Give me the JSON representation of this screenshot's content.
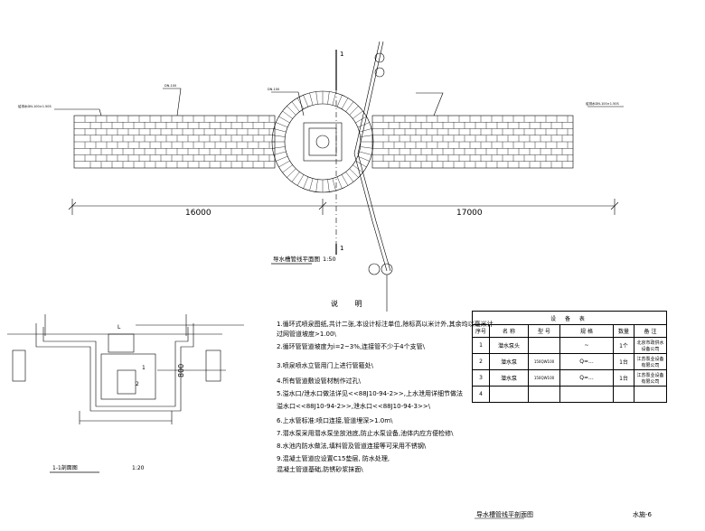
{
  "plan": {
    "dim_left": "16000",
    "dim_right": "17000",
    "section_mark": "1",
    "title": "导水槽管线平面图",
    "scale": "1:50",
    "pipe_labels": [
      "给排水DN-100×1.50S",
      "DN-100",
      "DN-100",
      "给排水DN-100×1.50S"
    ]
  },
  "section": {
    "title": "1-1剖面图",
    "scale": "1:20",
    "dim_height": "800",
    "mark_L": "L",
    "mark_1": "1",
    "mark_2": "2"
  },
  "notes": {
    "title": "说 明",
    "items": [
      "1.循环式喷泉图纸,共计二张,本设计标注单位,除标高以米计外,其余均以毫米计",
      "  过网管道坡度>1.00\\",
      "2.循环管管道坡度为i=2~3%,连接管不少于4个支管\\",
      "3.喷泉喷水立管用门上进行管箍处\\",
      "4.所有管道敷设管材制作过孔\\",
      "5.溢水口/泄水口做法详见<<88J10-94-2>>,上水泄用详细节做法",
      "  溢水口<<88J10-94-2>>,泄水口<<88J10-94-3>>\\",
      "6.上水管标准:喷口连接,管道埋深>1.0m\\",
      "7.潜水泵采用潜水泵坐放池底,防止水泵设备,池体内应方便检修\\",
      "8.水池内防水做法,填料管及管道连接等可采用不锈钢\\",
      "9.混凝土管道应设置C15垫层,      防水处理,",
      "  混凝土管道基础,防锈砂浆抹面\\"
    ]
  },
  "equipment": {
    "title": "设 备 表",
    "headers": [
      "序号",
      "名 称",
      "型 号",
      "规 格",
      "数量",
      "备 注"
    ],
    "rows": [
      {
        "no": "1",
        "name": "潜水泵头",
        "model": "",
        "spec": "~",
        "qty": "1个",
        "remark": "北京市政供水设备公司"
      },
      {
        "no": "2",
        "name": "潜水泵",
        "model": "150QW100",
        "spec": "Q=...",
        "qty": "1台",
        "remark": "江苏泵业设备有限公司"
      },
      {
        "no": "3",
        "name": "潜水泵",
        "model": "150QW100",
        "spec": "Q=...",
        "qty": "1台",
        "remark": "江苏泵业设备有限公司"
      },
      {
        "no": "4",
        "name": "",
        "model": "",
        "spec": "",
        "qty": "",
        "remark": ""
      }
    ]
  },
  "footer": {
    "title": "导水槽管线平剖面图",
    "sheet": "水施-6"
  }
}
